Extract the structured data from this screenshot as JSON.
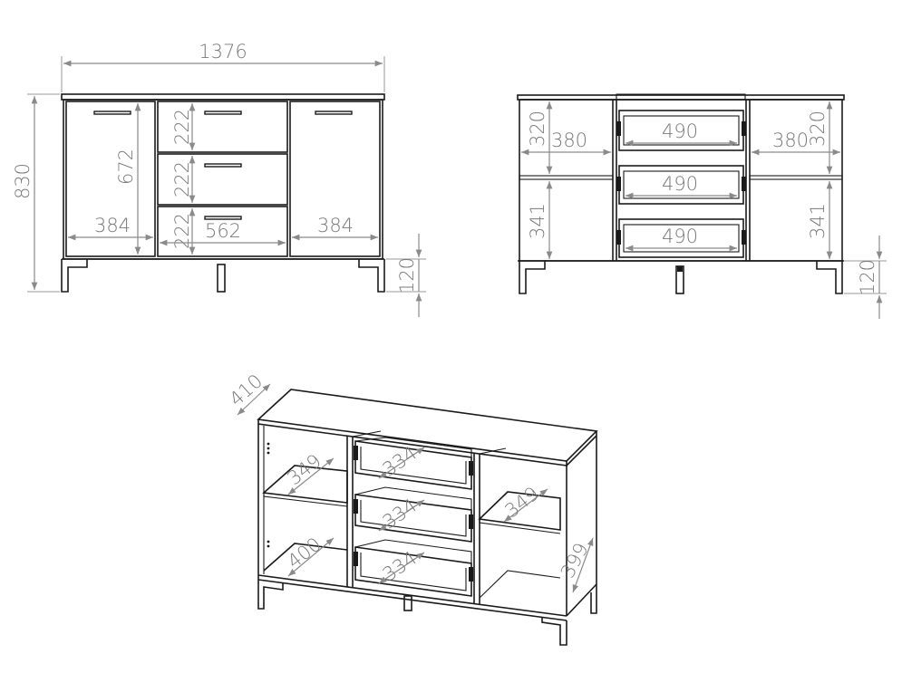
{
  "front_view": {
    "overall_width": "1376",
    "overall_height": "830",
    "door_height": "672",
    "left_door_width": "384",
    "right_door_width": "384",
    "drawer_heights": [
      "222",
      "222",
      "222"
    ],
    "drawer_width": "562",
    "leg_height": "120"
  },
  "open_view": {
    "left_upper_height": "320",
    "left_upper_width": "380",
    "right_upper_width": "380",
    "right_upper_height": "320",
    "left_lower_height": "341",
    "right_lower_height": "341",
    "drawer_inner_widths": [
      "490",
      "490",
      "490"
    ],
    "leg_height": "120"
  },
  "iso_view": {
    "depth": "410",
    "left_shelf_depth": "349",
    "left_bottom_depth": "400",
    "drawer_depths": [
      "334",
      "334",
      "334"
    ],
    "right_shelf_depth": "349",
    "right_bottom_depth": "399"
  }
}
